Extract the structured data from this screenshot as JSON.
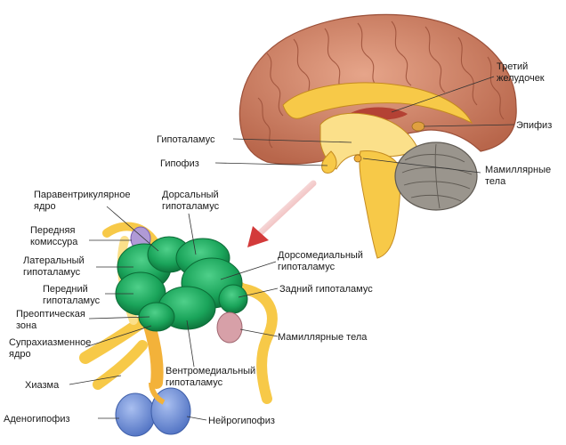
{
  "labels": {
    "third_ventricle": [
      "Третий",
      "желудочек"
    ],
    "epiphysis": "Эпифиз",
    "hypothalamus": "Гипоталамус",
    "hypophysis": "Гипофиз",
    "mammillary_bodies_brain": [
      "Мамиллярные",
      "тела"
    ],
    "paraventricular_nucleus": [
      "Паравентрикулярное",
      "ядро"
    ],
    "dorsal_hypothalamus": [
      "Дорсальный",
      "гипоталамус"
    ],
    "anterior_commissure": [
      "Передняя",
      "комиссура"
    ],
    "lateral_hypothalamus": [
      "Латеральный",
      "гипоталамус"
    ],
    "dorsomedial_hypothalamus": [
      "Дорсомедиальный",
      "гипоталамус"
    ],
    "posterior_hypothalamus": "Задний гипоталамус",
    "anterior_hypothalamus": [
      "Передний",
      "гипоталамус"
    ],
    "preoptic_area": [
      "Преоптическая",
      "зона"
    ],
    "suprachiasmatic_nucleus": [
      "Супрахиазменное",
      "ядро"
    ],
    "mammillary_bodies_detail": "Мамиллярные тела",
    "ventromedial_hypothalamus": [
      "Вентромедиальный",
      "гипоталамус"
    ],
    "chiasm": "Хиазма",
    "adenohypophysis": "Аденогипофиз",
    "neurohypophysis": "Нейрогипофиз"
  },
  "colors": {
    "cortex": "#d4896a",
    "cortex_dark": "#a9573f",
    "yellow": "#f7c948",
    "yellow_light": "#fbe08a",
    "cerebellum": "#9a958d",
    "green": "#1aa45a",
    "green_dark": "#0b6b36",
    "blue": "#6d8fd6",
    "purple": "#b09ad6",
    "pink": "#d7a0a8",
    "arrow": "#d33a3a"
  }
}
